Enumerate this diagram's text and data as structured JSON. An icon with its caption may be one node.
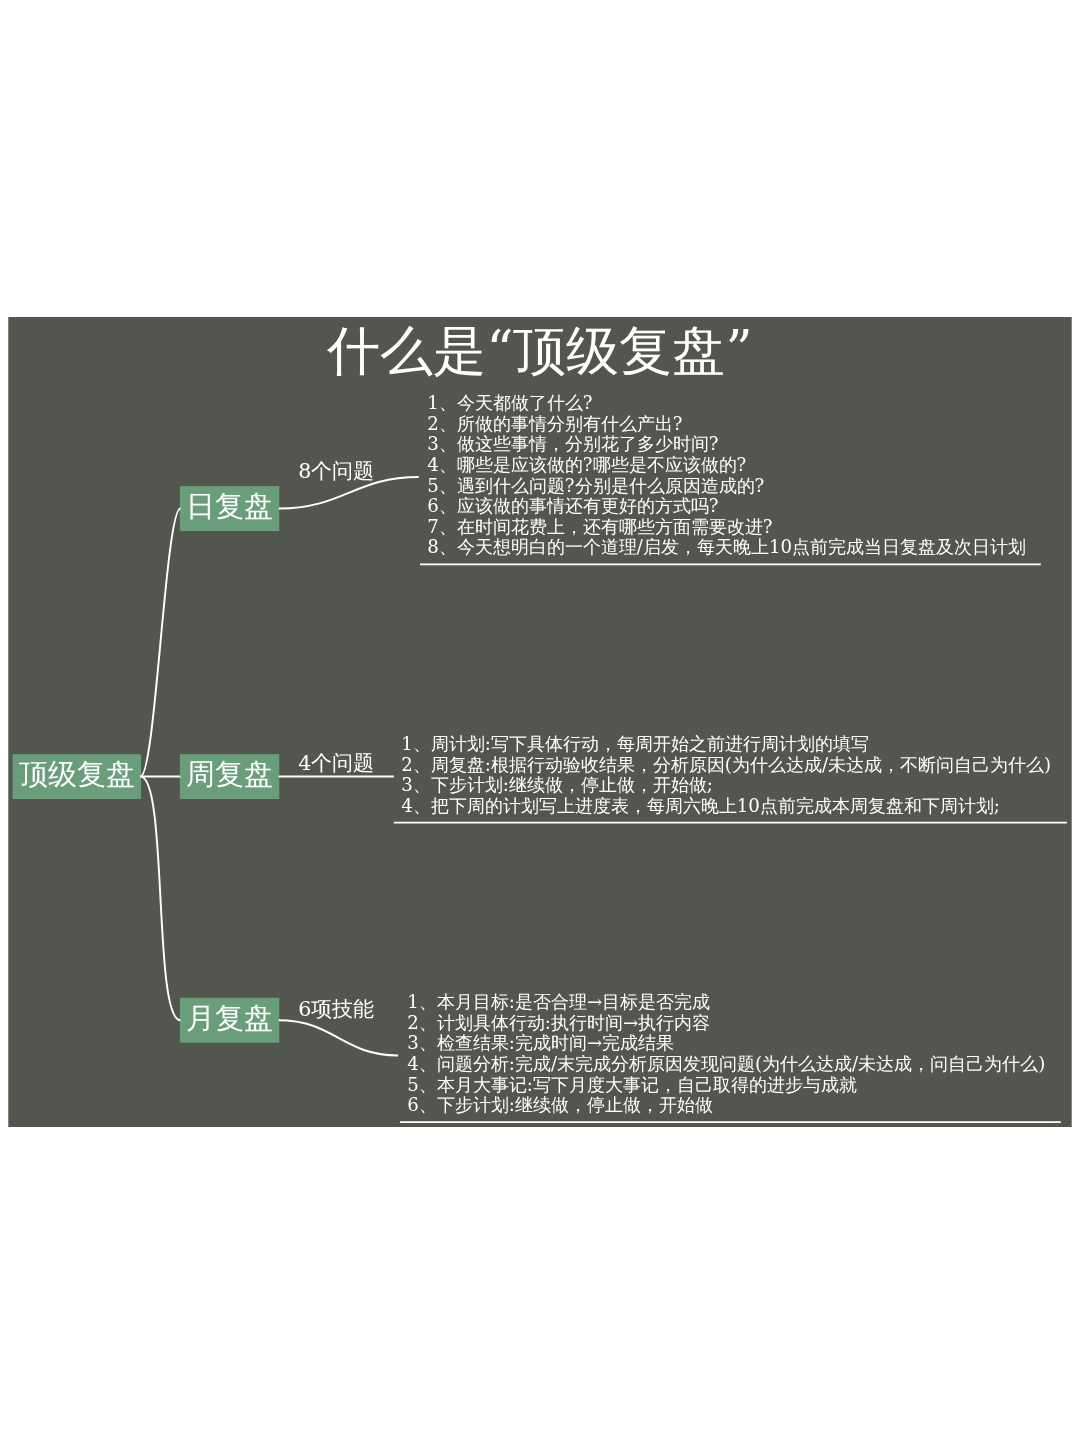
{
  "diagram": {
    "title": "什么是“顶级复盘”",
    "nodes": [
      {
        "text": [
          "顶级复盘"
        ]
      },
      {
        "text": [
          "日复盘"
        ]
      },
      {
        "text": [
          "周复盘"
        ]
      },
      {
        "text": [
          "月复盘"
        ]
      },
      {
        "text": [
          "1、今天都做了什么?",
          "2、所做的事情分别有什么产出?",
          "3、做这些事情，分别花了多少时间?",
          "4、哪些是应该做的?哪些是不应该做的?",
          "5、遇到什么问题?分别是什么原因造成的?",
          "6、应该做的事情还有更好的方式吗?",
          "7、在时间花费上，还有哪些方面需要改进?",
          "8、今天想明白的一个道理/启发，每天晚上10点前完成当日复盘及次日计划"
        ]
      },
      {
        "text": [
          "1、周计划:写下具体行动，每周开始之前进行周计划的填写",
          "2、周复盘:根据行动验收结果，分析原因(为什么达成/未达成，不断问自己为什么)",
          "3、下步计划:继续做，停止做，开始做;",
          "4、把下周的计划写上进度表，每周六晚上10点前完成本周复盘和下周计划;"
        ]
      },
      {
        "text": [
          "1、本月目标:是否合理→目标是否完成",
          "2、计划具体行动:执行时间→执行内容",
          "3、检查结果:完成时间→完成结果",
          "4、问题分析:完成/末完成分析原因发现问题(为什么达成/未达成，问自己为什么)",
          "5、本月大事记:写下月度大事记，自己取得的进步与成就",
          "6、下步计划:继续做，停止做，开始做"
        ]
      }
    ],
    "edges": [
      {
        "from": 0,
        "to": 1,
        "arrow": "none"
      },
      {
        "from": 0,
        "to": 2,
        "arrow": "none"
      },
      {
        "from": 0,
        "to": 3,
        "arrow": "none"
      },
      {
        "from": 1,
        "to": 4,
        "arrow": "none",
        "label": "8个问题"
      },
      {
        "from": 2,
        "to": 5,
        "arrow": "none",
        "label": "4个问题"
      },
      {
        "from": 3,
        "to": 6,
        "arrow": "none",
        "label": "6项技能"
      }
    ]
  }
}
